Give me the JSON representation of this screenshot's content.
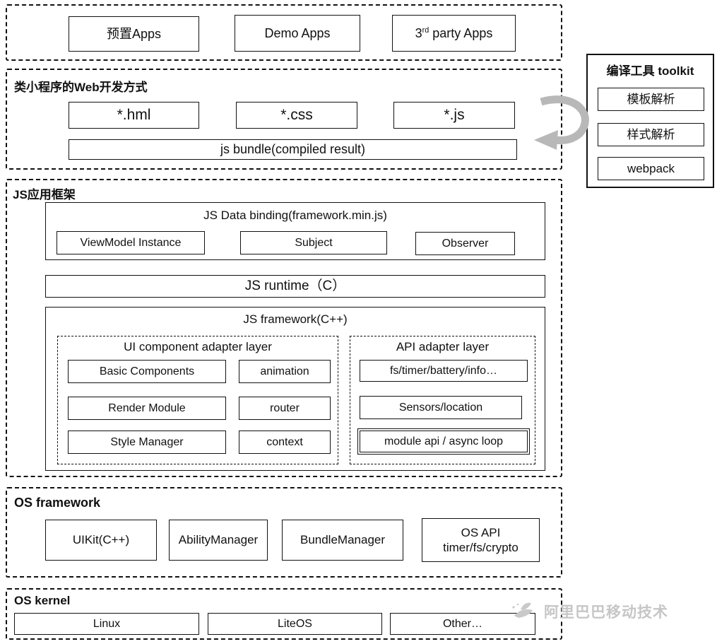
{
  "apps_layer": {
    "preset_label": "预置Apps",
    "demo_label": "Demo Apps",
    "third_base": "3",
    "third_sup": "rd",
    "third_rest": " party Apps"
  },
  "web_dev_layer": {
    "title": "类小程序的Web开发方式",
    "files": [
      "*.hml",
      "*.css",
      "*.js"
    ],
    "bundle_label": "js bundle(compiled result)"
  },
  "toolkit": {
    "title": "编译工具 toolkit",
    "items": [
      "模板解析",
      "样式解析",
      "webpack"
    ]
  },
  "js_app_layer": {
    "title": "JS应用框架",
    "data_binding": {
      "title": "JS Data binding(framework.min.js)",
      "items": [
        "ViewModel Instance",
        "Subject",
        "Observer"
      ]
    },
    "runtime_label": "JS runtime（C）",
    "framework": {
      "title": "JS framework(C++)",
      "ui_adapter": {
        "title": "UI component adapter layer",
        "left_items": [
          "Basic Components",
          "Render Module",
          "Style Manager"
        ],
        "right_items": [
          "animation",
          "router",
          "context"
        ]
      },
      "api_adapter": {
        "title": "API adapter layer",
        "items": [
          "fs/timer/battery/info…",
          "Sensors/location",
          "module api / async loop"
        ]
      }
    }
  },
  "os_framework_layer": {
    "title": "OS framework",
    "items": [
      "UIKit(C++)",
      "AbilityManager",
      "BundleManager",
      "OS API\ntimer/fs/crypto"
    ]
  },
  "os_kernel_layer": {
    "title": "OS kernel",
    "items": [
      "Linux",
      "LiteOS",
      "Other…"
    ]
  },
  "watermark": {
    "text": "阿里巴巴移动技术"
  },
  "colors": {
    "border": "#111111",
    "arrow": "#b8b8b8",
    "watermark": "#c6c6c6"
  }
}
